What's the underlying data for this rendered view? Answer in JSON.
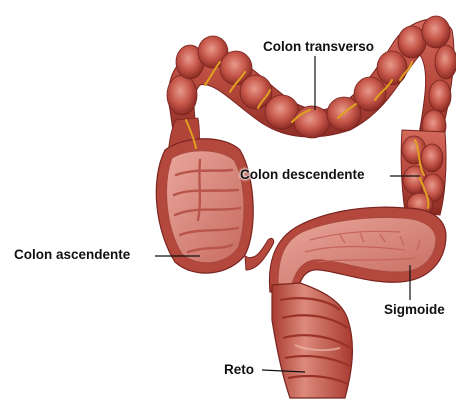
{
  "labels": {
    "transverse_colon": "Colon transverso",
    "descending_colon": "Colon descendente",
    "ascending_colon": "Colon ascendente",
    "sigmoid": "Sigmoide",
    "rectum": "Reto"
  },
  "colors": {
    "tissue_dark": "#8e2a24",
    "tissue_mid": "#c55a4c",
    "tissue_light": "#e8a094",
    "inner_wall": "#d98a80",
    "vessel": "#e0a020",
    "leader_line": "#111111",
    "background": "#ffffff"
  }
}
